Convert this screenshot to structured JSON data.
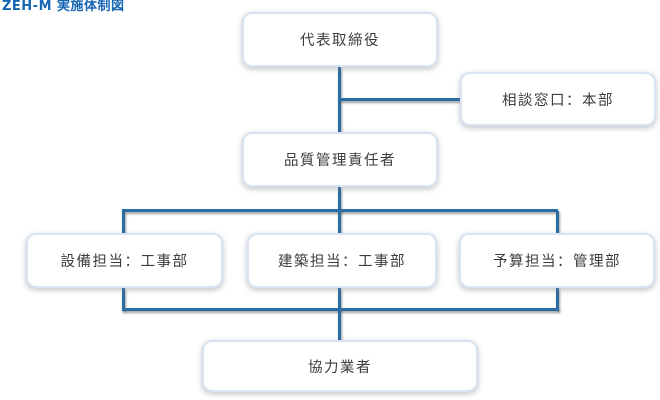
{
  "title": {
    "text": "ZEH-M 実施体制図"
  },
  "nodes": {
    "ceo": {
      "label": "代表取締役"
    },
    "consultation": {
      "label": "相談窓口：本部"
    },
    "quality": {
      "label": "品質管理責任者"
    },
    "equipment": {
      "label": "設備担当：工事部"
    },
    "architecture": {
      "label": "建築担当：工事部"
    },
    "budget": {
      "label": "予算担当：管理部"
    },
    "partners": {
      "label": "協力業者"
    }
  },
  "colors": {
    "title-color": "#1766b3",
    "connector": "#2b6ca3",
    "node-border": "#d8e4f1",
    "node-text": "#3c3c3c",
    "background": "#ffffff"
  }
}
